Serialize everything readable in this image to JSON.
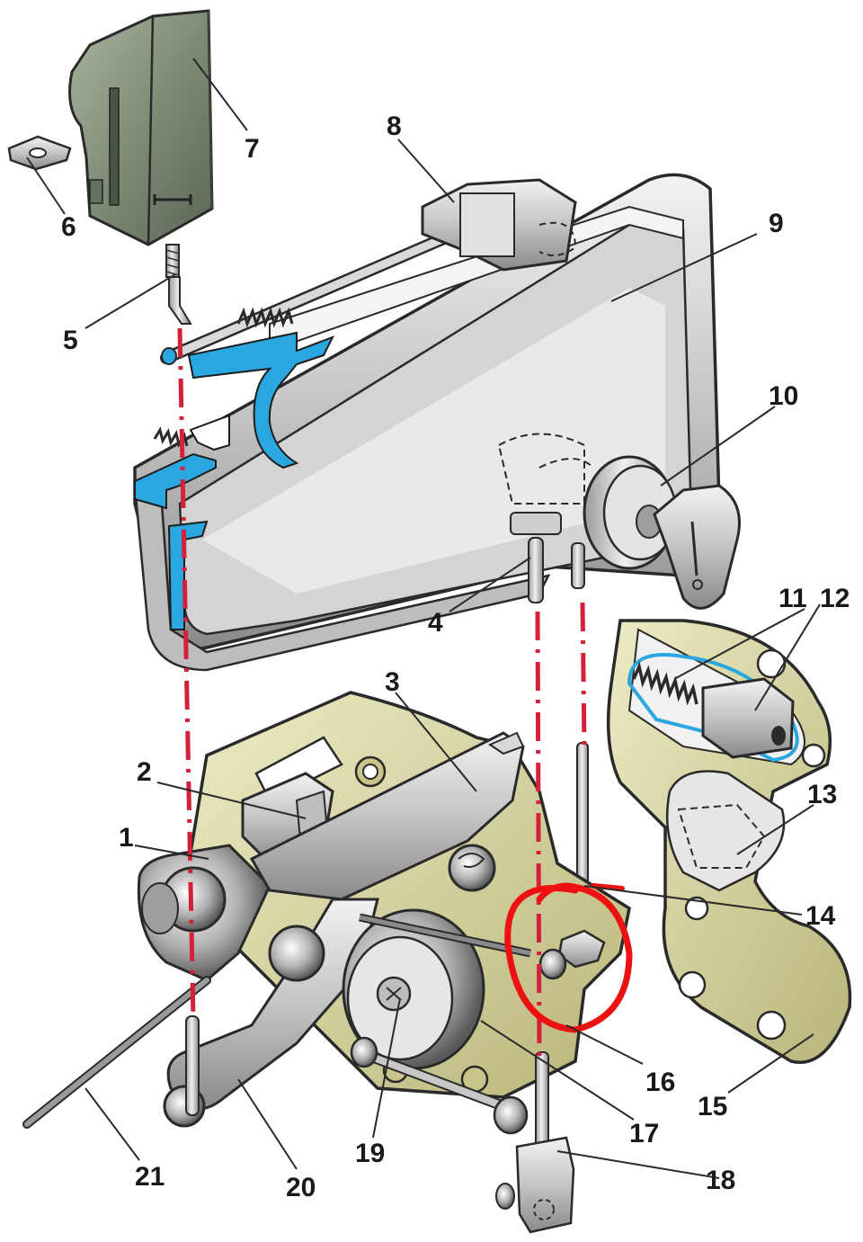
{
  "diagram": {
    "labels": [
      "1",
      "2",
      "3",
      "4",
      "5",
      "6",
      "7",
      "8",
      "9",
      "10",
      "11",
      "12",
      "13",
      "14",
      "15",
      "16",
      "17",
      "18",
      "19",
      "20",
      "21"
    ],
    "colors": {
      "metal_light": "#e6e6e6",
      "metal_mid": "#b8b8b8",
      "metal_dark": "#6e6e6e",
      "outline": "#2a2a2a",
      "plate": "#d8d49a",
      "plate_dark": "#9c9a5a",
      "seal_blue": "#2aa6e0",
      "guide_red": "#d4203a",
      "annotation_red": "#ee1111",
      "handle_green": "#8f9b86"
    },
    "icons": [
      "handle-housing",
      "lock-cylinder",
      "key",
      "spring",
      "latch-mechanism",
      "link-rod",
      "end-plate",
      "annotation-circle"
    ]
  }
}
